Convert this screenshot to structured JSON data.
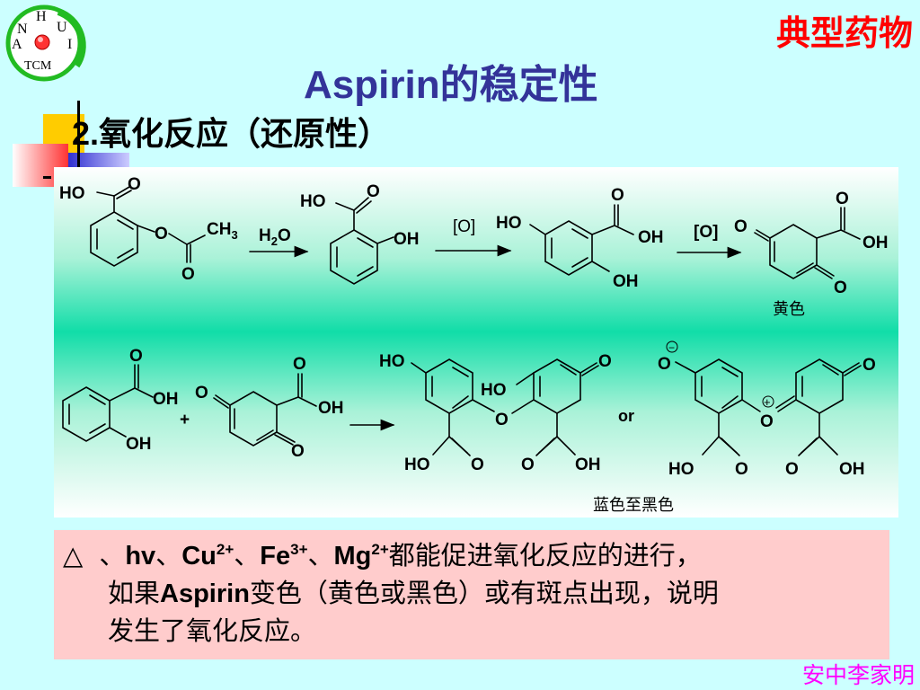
{
  "corner_title": "典型药物",
  "main_title": {
    "latin": "Aspirin",
    "rest": "的稳定性"
  },
  "subheading": {
    "number": "2.",
    "text": "氧化反应（还原性）"
  },
  "logo": {
    "letters": {
      "n": "N",
      "h": "H",
      "u": "U",
      "a": "A",
      "i": "I",
      "tcm": "TCM"
    },
    "ring_color": "#22bb22",
    "dot_color": "#ff3333"
  },
  "scheme": {
    "row1": {
      "reagent1": "H",
      "reagent1_sub": "2",
      "reagent1_tail": "O",
      "reagent2": "[O]",
      "reagent3": "[O]",
      "caption": "黄色"
    },
    "row2": {
      "plus": "+",
      "or": "or",
      "caption": "蓝色至黑色"
    },
    "labels": {
      "HO": "HO",
      "OH": "OH",
      "O": "O",
      "CH3": "CH",
      "sub3": "3",
      "minus": "−",
      "plus": "+"
    }
  },
  "note": {
    "symbol": "△",
    "seg1": "、",
    "hv": "hv",
    "seg2": "、",
    "cu": "Cu",
    "cu_ch": "2+",
    "seg3": "、",
    "fe": "Fe",
    "fe_ch": "3+",
    "seg4": "、",
    "mg": "Mg",
    "mg_ch": "2+",
    "seg5": "都能促进氧化反应的进行，",
    "line2_a": "如果",
    "line2_b": "Aspirin",
    "line2_c": "变色（黄色或黑色）或有斑点出现，说明",
    "line3": "发生了氧化反应。"
  },
  "author": "安中李家明",
  "colors": {
    "background": "#ccffff",
    "title": "#333399",
    "corner": "#ff0000",
    "note_bg": "#ffcccc",
    "author": "#ff00ff"
  }
}
